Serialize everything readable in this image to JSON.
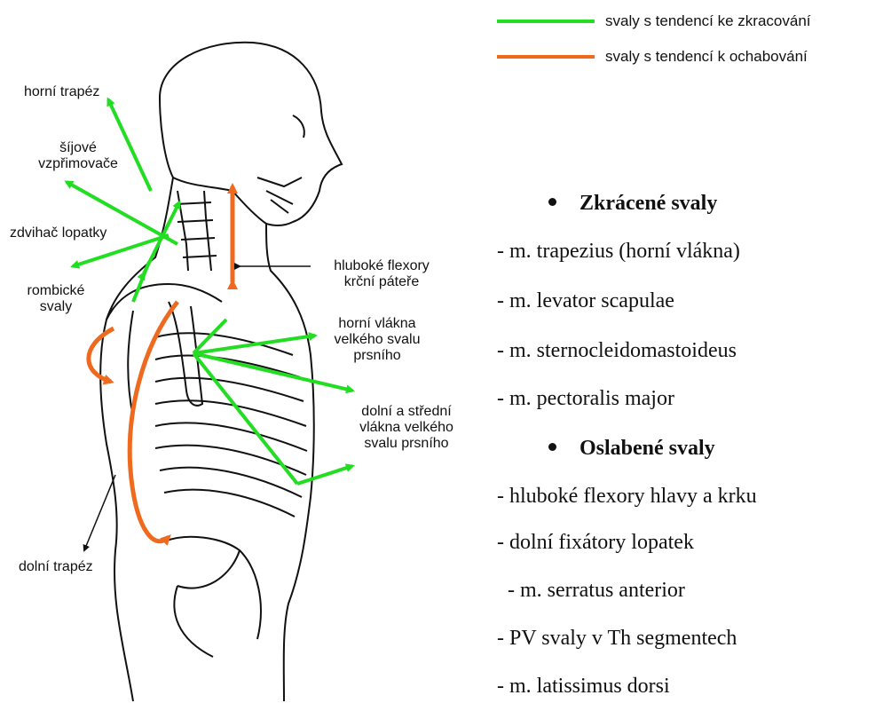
{
  "legend": {
    "items": [
      {
        "label": "svaly s tendencí ke zkracování",
        "color": "#22dd22"
      },
      {
        "label": "svaly s tendencí k ochabování",
        "color": "#ee6a1e"
      }
    ]
  },
  "diagram": {
    "labels": {
      "horni_trapez": "horní trapéz",
      "sijove_1": "šíjové",
      "sijove_2": "vzpřimovače",
      "zdvihac": "zdvihač lopatky",
      "rombicke_1": "rombické",
      "rombicke_2": "svaly",
      "hluboke_1": "hluboké flexory",
      "hluboke_2": "krční páteře",
      "horni_vlakna_1": "horní vlákna",
      "horni_vlakna_2": "velkého svalu",
      "horni_vlakna_3": "prsního",
      "dolni_1": "dolní a střední",
      "dolni_2": "vlákna velkého",
      "dolni_3": "svalu prsního",
      "dolni_trapez": "dolní trapéz"
    }
  },
  "list": {
    "heading_shortened": "Zkrácené svaly",
    "shortened": [
      "- m. trapezius (horní vlákna)",
      "- m. levator scapulae",
      "- m. sternocleidomastoideus",
      "- m. pectoralis major"
    ],
    "heading_weakened": "Oslabené svaly",
    "weakened": [
      "- hluboké flexory hlavy a krku",
      "- dolní fixátory lopatek",
      "- m. serratus anterior",
      "- PV svaly v  Th segmentech",
      "- m. latissimus dorsi"
    ]
  }
}
